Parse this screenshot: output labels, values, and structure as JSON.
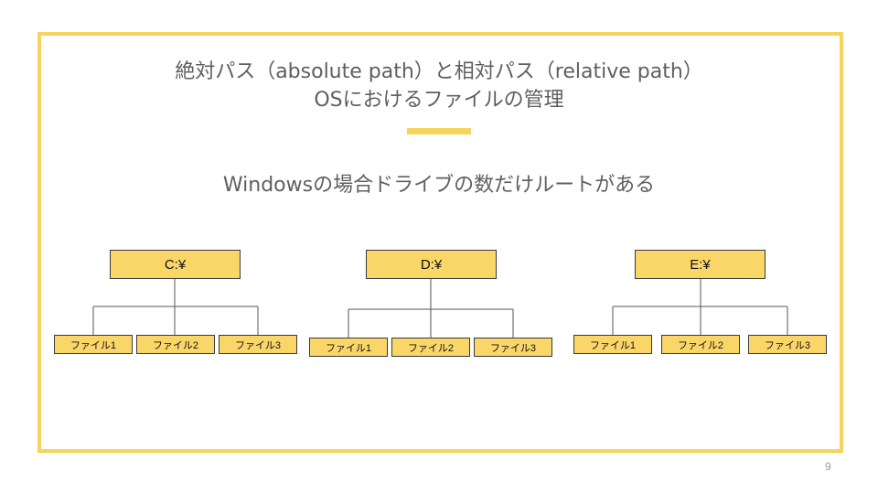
{
  "slide": {
    "title_line1": "絶対パス（absolute path）と相対パス（relative path）",
    "title_line2": "OSにおけるファイルの管理",
    "subtitle": "Windowsの場合ドライブの数だけルートがある",
    "page_number": "9"
  },
  "trees": [
    {
      "root": "C:¥",
      "children": [
        "ファイル1",
        "ファイル2",
        "ファイル3"
      ]
    },
    {
      "root": "D:¥",
      "children": [
        "ファイル1",
        "ファイル2",
        "ファイル3"
      ]
    },
    {
      "root": "E:¥",
      "children": [
        "ファイル1",
        "ファイル2",
        "ファイル3"
      ]
    }
  ],
  "colors": {
    "accent": "#f6d35b",
    "node_fill": "#fad669",
    "text": "#5f5f5f"
  }
}
